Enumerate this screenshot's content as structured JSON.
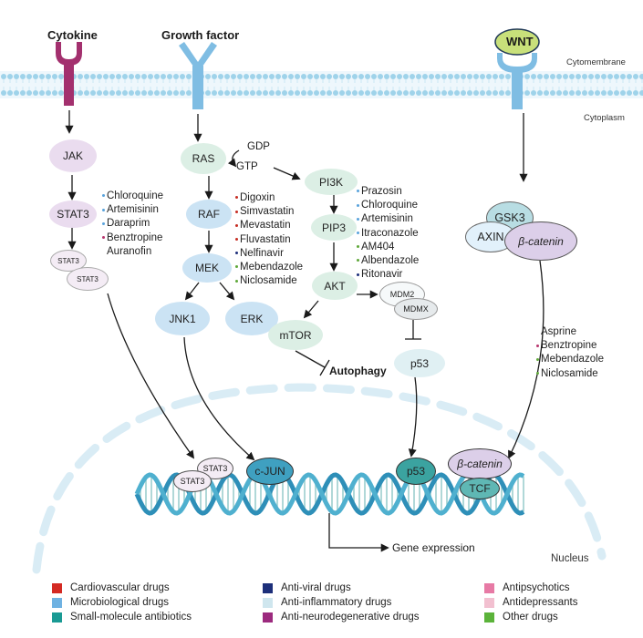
{
  "receptors": {
    "cytokine": "Cytokine",
    "growth_factor": "Growth factor",
    "wnt": "WNT"
  },
  "compartments": {
    "cytomembrane": "Cytomembrane",
    "cytoplasm": "Cytoplasm",
    "nucleus": "Nucleus"
  },
  "nodes": {
    "jak": "JAK",
    "stat3": "STAT3",
    "stat3_small": "STAT3",
    "ras": "RAS",
    "gdp": "GDP",
    "gtp": "GTP",
    "raf": "RAF",
    "mek": "MEK",
    "jnk1": "JNK1",
    "erk": "ERK",
    "pi3k": "PI3K",
    "pip3": "PIP3",
    "akt": "AKT",
    "mtor": "mTOR",
    "autophagy": "Autophagy",
    "mdm2": "MDM2",
    "mdmx": "MDMX",
    "p53": "p53",
    "gsk3": "GSK3",
    "axin": "AXIN",
    "beta_catenin": "β-catenin",
    "cjun": "c-JUN",
    "tcf": "TCF",
    "gene_expression": "Gene expression"
  },
  "drug_lists": {
    "stat3": [
      {
        "name": "Chloroquine",
        "color": "#5aa3dc"
      },
      {
        "name": "Artemisinin",
        "color": "#5aa3dc"
      },
      {
        "name": "Daraprim",
        "color": "#5aa3dc"
      },
      {
        "name": "Benztropine",
        "color": "#b8356e"
      },
      {
        "name": "Auranofin",
        "color": "#ffffff"
      }
    ],
    "mapk": [
      {
        "name": "Digoxin",
        "color": "#c62d23"
      },
      {
        "name": "Simvastatin",
        "color": "#c62d23"
      },
      {
        "name": "Mevastatin",
        "color": "#c62d23"
      },
      {
        "name": "Fluvastatin",
        "color": "#c62d23"
      },
      {
        "name": "Nelfinavir",
        "color": "#1d2f7a"
      },
      {
        "name": "Mebendazole",
        "color": "#5fa83a"
      },
      {
        "name": "Niclosamide",
        "color": "#5fa83a"
      }
    ],
    "pi3k": [
      {
        "name": "Prazosin",
        "color": "#5aa3dc"
      },
      {
        "name": "Chloroquine",
        "color": "#5aa3dc"
      },
      {
        "name": "Artemisinin",
        "color": "#5aa3dc"
      },
      {
        "name": "Itraconazole",
        "color": "#5aa3dc"
      },
      {
        "name": "AM404",
        "color": "#5fa83a"
      },
      {
        "name": "Albendazole",
        "color": "#5fa83a"
      },
      {
        "name": "Ritonavir",
        "color": "#1d2f7a"
      }
    ],
    "wnt": [
      {
        "name": "Asprine",
        "color": "#ffffff"
      },
      {
        "name": "Benztropine",
        "color": "#b8356e"
      },
      {
        "name": "Mebendazole",
        "color": "#5fa83a"
      },
      {
        "name": "Niclosamide",
        "color": "#5fa83a"
      }
    ]
  },
  "legend": [
    {
      "label": "Cardiovascular drugs",
      "color": "#d42a23"
    },
    {
      "label": "Microbiological drugs",
      "color": "#6fb2e2"
    },
    {
      "label": "Small-molecule antibiotics",
      "color": "#1a9a94"
    },
    {
      "label": "Anti-viral drugs",
      "color": "#1d2f7a"
    },
    {
      "label": "Anti-inflammatory drugs",
      "color": "#cfe6ee"
    },
    {
      "label": "Anti-neurodegenerative drugs",
      "color": "#9c2a7e"
    },
    {
      "label": "Antipsychotics",
      "color": "#e77aa5"
    },
    {
      "label": "Antidepressants",
      "color": "#f2c0d0"
    },
    {
      "label": "Other drugs",
      "color": "#5bb33a"
    }
  ]
}
